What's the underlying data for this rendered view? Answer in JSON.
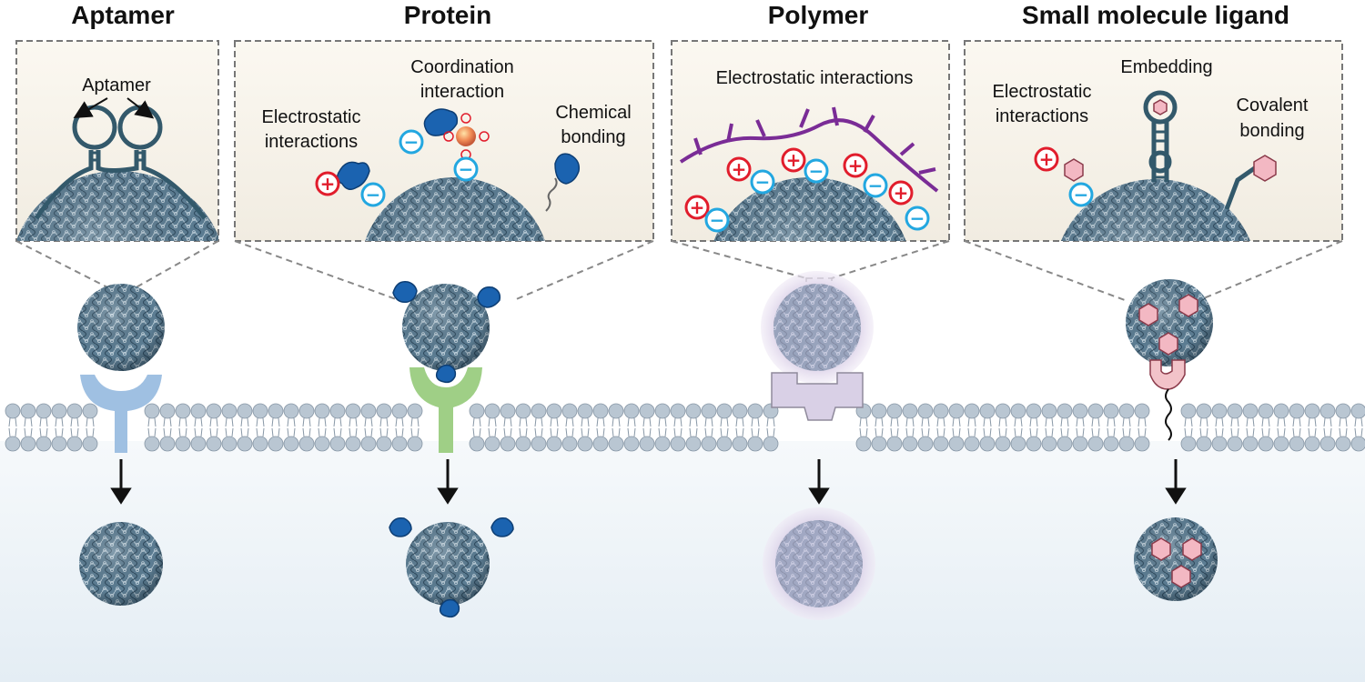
{
  "panels": {
    "aptamer": {
      "title": "Aptamer",
      "labels": [
        "Aptamer"
      ]
    },
    "protein": {
      "title": "Protein",
      "labels": [
        "Coordination",
        "interaction",
        "Electrostatic",
        "interactions",
        "Chemical",
        "bonding"
      ]
    },
    "polymer": {
      "title": "Polymer",
      "labels": [
        "Electrostatic interactions"
      ]
    },
    "small_molecule": {
      "title": "Small molecule ligand",
      "labels": [
        "Embedding",
        "Electrostatic",
        "interactions",
        "Covalent",
        "bonding"
      ]
    }
  },
  "symbols": {
    "plus": "+",
    "minus": "−"
  },
  "colors": {
    "nanoparticle": "#4f7187",
    "membrane_head": "#b9c6d2",
    "aptamer_receptor": "#9fc0e2",
    "protein_receptor": "#9fcf86",
    "polymer_receptor": "#d9d0e6",
    "small_receptor": "#f2c3c9",
    "plus_red": "#e11d2c",
    "minus_blue": "#23a7e0",
    "polymer_chain": "#7a2c96",
    "protein_blob": "#1b63b0",
    "hexagon": "#f3b8c3"
  },
  "icons": [
    "nanoparticle-icon",
    "receptor-icon",
    "arrow-down-icon",
    "plus-charge-icon",
    "minus-charge-icon",
    "hexagon-ligand-icon",
    "protein-icon",
    "polymer-chain-icon"
  ]
}
